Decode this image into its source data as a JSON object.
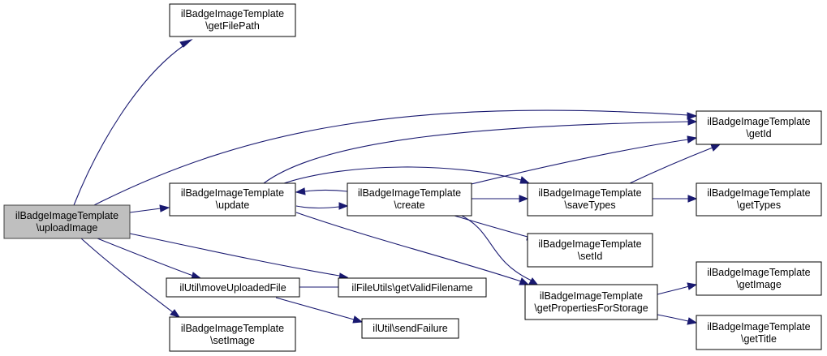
{
  "colors": {
    "edge": "#191970",
    "node_border": "#000000",
    "root_fill": "#bfbfbf",
    "node_fill": "#ffffff"
  },
  "nodes": {
    "uploadImage": {
      "line1": "ilBadgeImageTemplate",
      "line2": "\\uploadImage"
    },
    "getFilePath": {
      "line1": "ilBadgeImageTemplate",
      "line2": "\\getFilePath"
    },
    "update": {
      "line1": "ilBadgeImageTemplate",
      "line2": "\\update"
    },
    "create": {
      "line1": "ilBadgeImageTemplate",
      "line2": "\\create"
    },
    "getId": {
      "line1": "ilBadgeImageTemplate",
      "line2": "\\getId"
    },
    "saveTypes": {
      "line1": "ilBadgeImageTemplate",
      "line2": "\\saveTypes"
    },
    "getTypes": {
      "line1": "ilBadgeImageTemplate",
      "line2": "\\getTypes"
    },
    "setId": {
      "line1": "ilBadgeImageTemplate",
      "line2": "\\setId"
    },
    "moveUploadedFile": {
      "line1": "ilUtil\\moveUploadedFile"
    },
    "getValidFilename": {
      "line1": "ilFileUtils\\getValidFilename"
    },
    "getPropertiesForStorage": {
      "line1": "ilBadgeImageTemplate",
      "line2": "\\getPropertiesForStorage"
    },
    "getImage": {
      "line1": "ilBadgeImageTemplate",
      "line2": "\\getImage"
    },
    "getTitle": {
      "line1": "ilBadgeImageTemplate",
      "line2": "\\getTitle"
    },
    "sendFailure": {
      "line1": "ilUtil\\sendFailure"
    },
    "setImage": {
      "line1": "ilBadgeImageTemplate",
      "line2": "\\setImage"
    }
  }
}
